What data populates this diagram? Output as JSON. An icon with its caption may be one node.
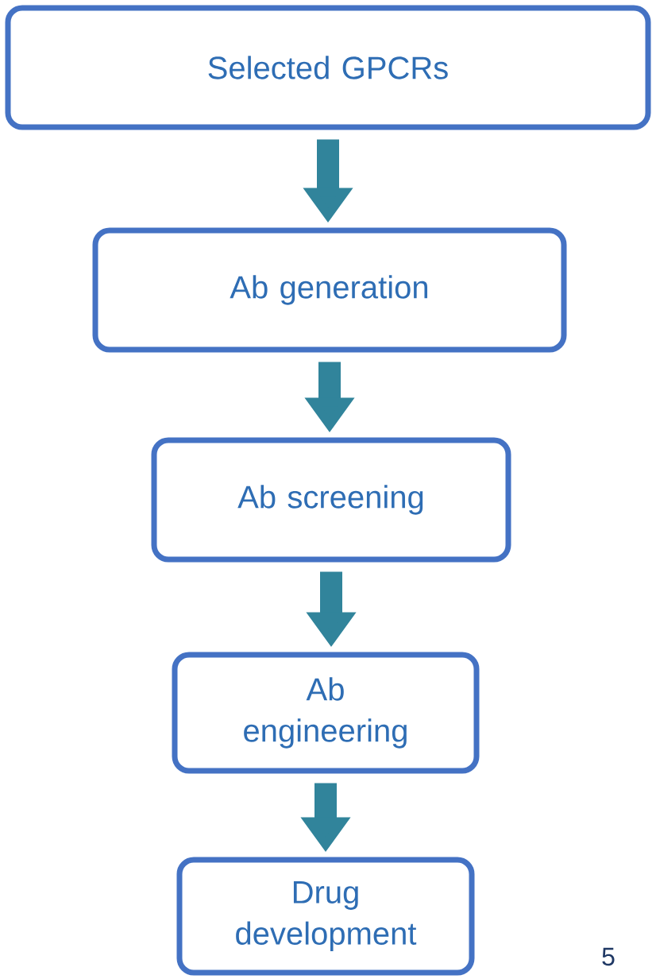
{
  "diagram": {
    "nodes": [
      {
        "text": [
          "Selected GPCRs"
        ]
      },
      {
        "text": [
          "Ab generation"
        ]
      },
      {
        "text": [
          "Ab screening"
        ]
      },
      {
        "text": [
          "Ab engineering"
        ]
      },
      {
        "text": [
          "Drug development"
        ]
      }
    ],
    "edges": [
      {
        "from": 0,
        "to": 1,
        "arrow": "to"
      },
      {
        "from": 1,
        "to": 2,
        "arrow": "to"
      },
      {
        "from": 2,
        "to": 3,
        "arrow": "to"
      },
      {
        "from": 3,
        "to": 4,
        "arrow": "to"
      }
    ],
    "labels": [
      "5"
    ]
  }
}
